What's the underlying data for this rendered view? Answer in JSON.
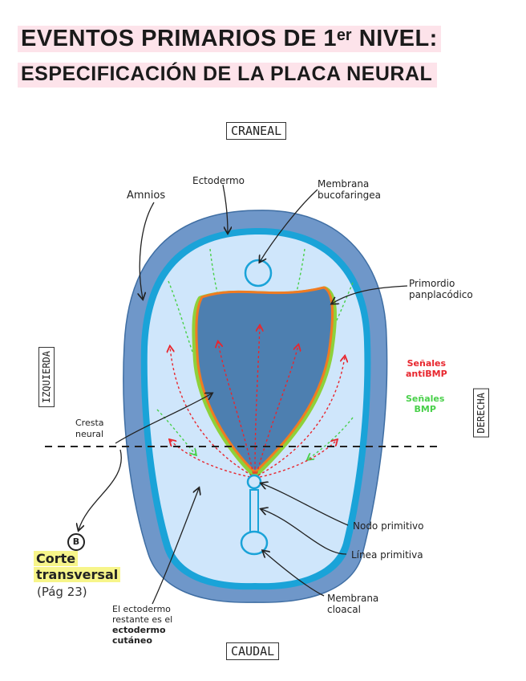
{
  "title": {
    "line1": "EVENTOS PRIMARIOS DE 1ᵉʳ NIVEL:",
    "line2": "ESPECIFICACIÓN DE LA PLACA NEURAL"
  },
  "orientation": {
    "cranial": "CRANEAL",
    "caudal": "CAUDAL",
    "left": "IZQUIERDA",
    "right": "DERECHA"
  },
  "labels": {
    "amnios": "Amnios",
    "ectodermo": "Ectodermo",
    "membrana_bucofaringea": [
      "Membrana",
      "bucofaringea"
    ],
    "primordio": [
      "Primordio",
      "panplacódico"
    ],
    "cresta_neural": [
      "Cresta",
      "neural"
    ],
    "nodo_primitivo": "Nodo primitivo",
    "linea_primitiva": "Línea primitiva",
    "membrana_cloacal": [
      "Membrana",
      "cloacal"
    ],
    "ectodermo_restante": [
      "El ectodermo",
      "restante es el",
      "ectodermo",
      "cutáneo"
    ]
  },
  "legend": {
    "antibmp": [
      "Señales",
      "antiBMP"
    ],
    "bmp": [
      "Señales",
      "BMP"
    ],
    "antibmp_color": "#e8262e",
    "bmp_color": "#49d04a"
  },
  "reference": {
    "badge": "B",
    "line1": "Corte",
    "line2": "transversal",
    "page": "(Pág 23)"
  },
  "colors": {
    "amnion": "#6f97c9",
    "ectoderm": "#1aa3d8",
    "embryo": "#cfe6fb",
    "neural_plate": "#4d7fb0",
    "panplacode": "#f07b22",
    "neural_crest": "#8ed13a"
  }
}
